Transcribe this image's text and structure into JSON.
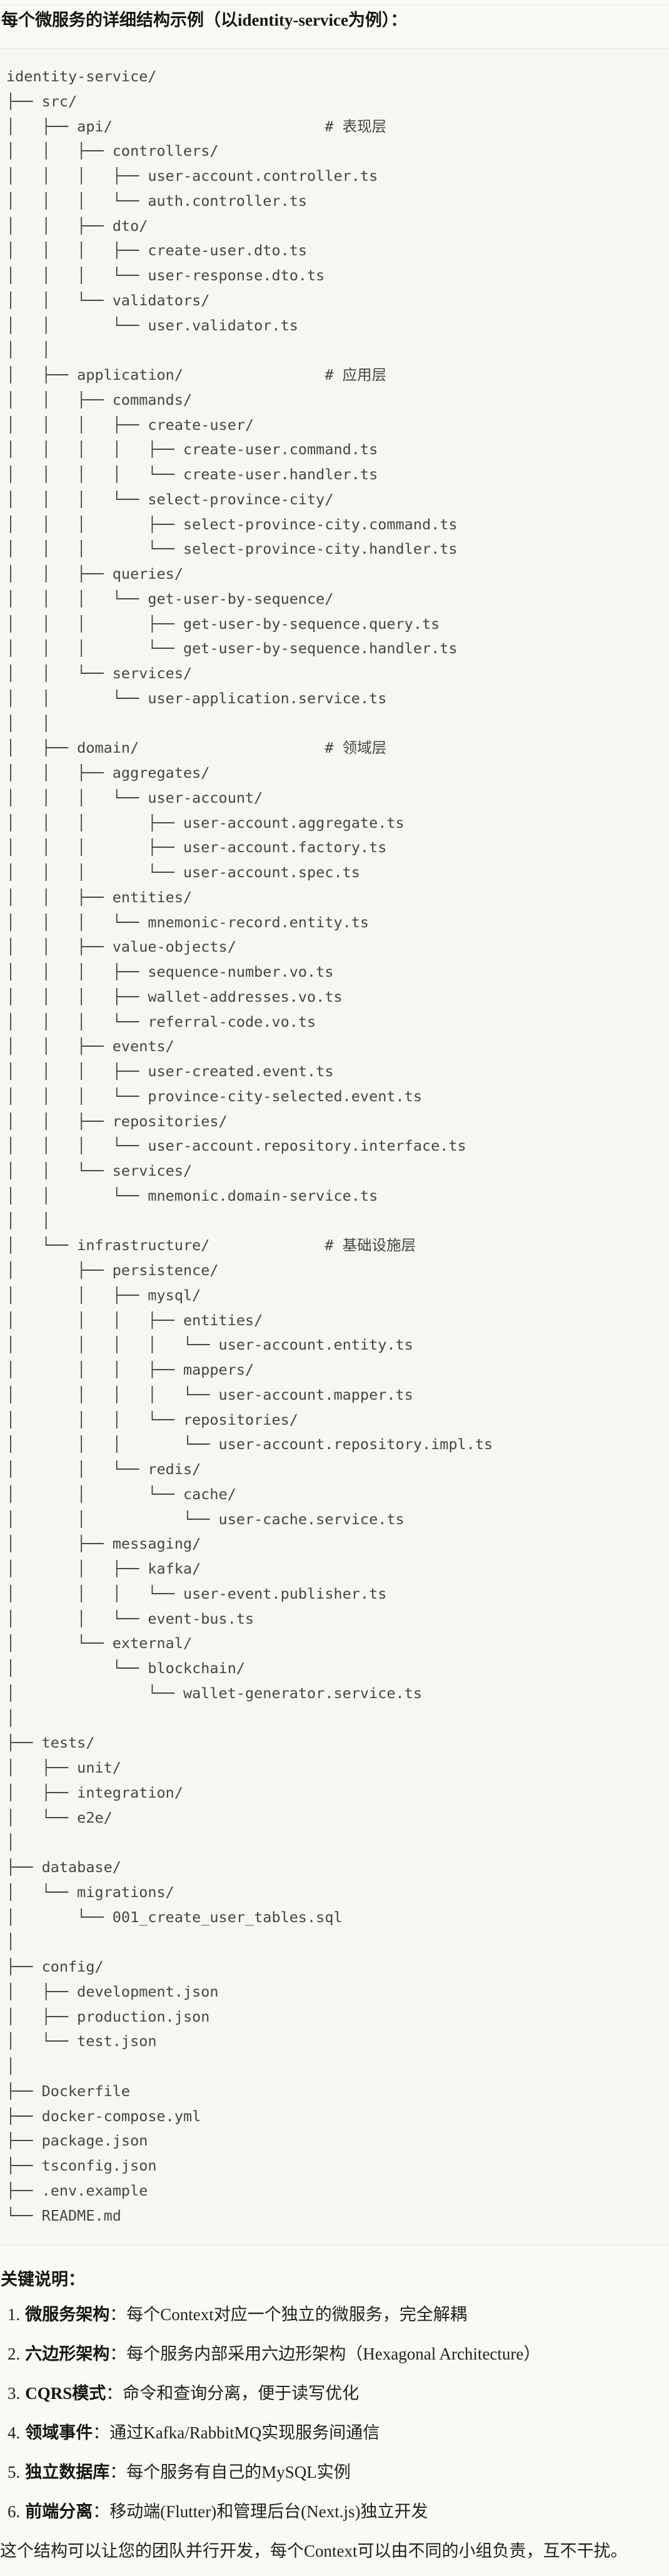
{
  "title": "每个微服务的详细结构示例（以identity-service为例）：",
  "code_block": {
    "language": "text",
    "tree_lines": [
      "identity-service/",
      "├── src/",
      "│   ├── api/                        # 表现层",
      "│   │   ├── controllers/",
      "│   │   │   ├── user-account.controller.ts",
      "│   │   │   └── auth.controller.ts",
      "│   │   ├── dto/",
      "│   │   │   ├── create-user.dto.ts",
      "│   │   │   └── user-response.dto.ts",
      "│   │   └── validators/",
      "│   │       └── user.validator.ts",
      "│   │",
      "│   ├── application/                # 应用层",
      "│   │   ├── commands/",
      "│   │   │   ├── create-user/",
      "│   │   │   │   ├── create-user.command.ts",
      "│   │   │   │   └── create-user.handler.ts",
      "│   │   │   └── select-province-city/",
      "│   │   │       ├── select-province-city.command.ts",
      "│   │   │       └── select-province-city.handler.ts",
      "│   │   ├── queries/",
      "│   │   │   └── get-user-by-sequence/",
      "│   │   │       ├── get-user-by-sequence.query.ts",
      "│   │   │       └── get-user-by-sequence.handler.ts",
      "│   │   └── services/",
      "│   │       └── user-application.service.ts",
      "│   │",
      "│   ├── domain/                     # 领域层",
      "│   │   ├── aggregates/",
      "│   │   │   └── user-account/",
      "│   │   │       ├── user-account.aggregate.ts",
      "│   │   │       ├── user-account.factory.ts",
      "│   │   │       └── user-account.spec.ts",
      "│   │   ├── entities/",
      "│   │   │   └── mnemonic-record.entity.ts",
      "│   │   ├── value-objects/",
      "│   │   │   ├── sequence-number.vo.ts",
      "│   │   │   ├── wallet-addresses.vo.ts",
      "│   │   │   └── referral-code.vo.ts",
      "│   │   ├── events/",
      "│   │   │   ├── user-created.event.ts",
      "│   │   │   └── province-city-selected.event.ts",
      "│   │   ├── repositories/",
      "│   │   │   └── user-account.repository.interface.ts",
      "│   │   └── services/",
      "│   │       └── mnemonic.domain-service.ts",
      "│   │",
      "│   └── infrastructure/             # 基础设施层",
      "│       ├── persistence/",
      "│       │   ├── mysql/",
      "│       │   │   ├── entities/",
      "│       │   │   │   └── user-account.entity.ts",
      "│       │   │   ├── mappers/",
      "│       │   │   │   └── user-account.mapper.ts",
      "│       │   │   └── repositories/",
      "│       │   │       └── user-account.repository.impl.ts",
      "│       │   └── redis/",
      "│       │       └── cache/",
      "│       │           └── user-cache.service.ts",
      "│       ├── messaging/",
      "│       │   ├── kafka/",
      "│       │   │   └── user-event.publisher.ts",
      "│       │   └── event-bus.ts",
      "│       └── external/",
      "│           └── blockchain/",
      "│               └── wallet-generator.service.ts",
      "│",
      "├── tests/",
      "│   ├── unit/",
      "│   ├── integration/",
      "│   └── e2e/",
      "│",
      "├── database/",
      "│   └── migrations/",
      "│       └── 001_create_user_tables.sql",
      "│",
      "├── config/",
      "│   ├── development.json",
      "│   ├── production.json",
      "│   └── test.json",
      "│",
      "├── Dockerfile",
      "├── docker-compose.yml",
      "├── package.json",
      "├── tsconfig.json",
      "├── .env.example",
      "└── README.md"
    ]
  },
  "notes": {
    "heading": "关键说明：",
    "items": [
      {
        "num": "1.",
        "term": "微服务架构",
        "rest": "：每个Context对应一个独立的微服务，完全解耦"
      },
      {
        "num": "2.",
        "term": "六边形架构",
        "rest": "：每个服务内部采用六边形架构（Hexagonal Architecture）"
      },
      {
        "num": "3.",
        "term": "CQRS模式",
        "rest": "：命令和查询分离，便于读写优化"
      },
      {
        "num": "4.",
        "term": "领域事件",
        "rest": "：通过Kafka/RabbitMQ实现服务间通信"
      },
      {
        "num": "5.",
        "term": "独立数据库",
        "rest": "：每个服务有自己的MySQL实例"
      },
      {
        "num": "6.",
        "term": "前端分离",
        "rest": "：移动端(Flutter)和管理后台(Next.js)独立开发"
      }
    ],
    "closing": "这个结构可以让您的团队并行开发，每个Context可以由不同的小组负责，互不干扰。"
  },
  "colors": {
    "page_background": "#FAF9F5",
    "code_background": "#F7F6F1",
    "code_border": "#E8E6DD",
    "tree_text": "#46453F",
    "heading_text": "#161510"
  }
}
